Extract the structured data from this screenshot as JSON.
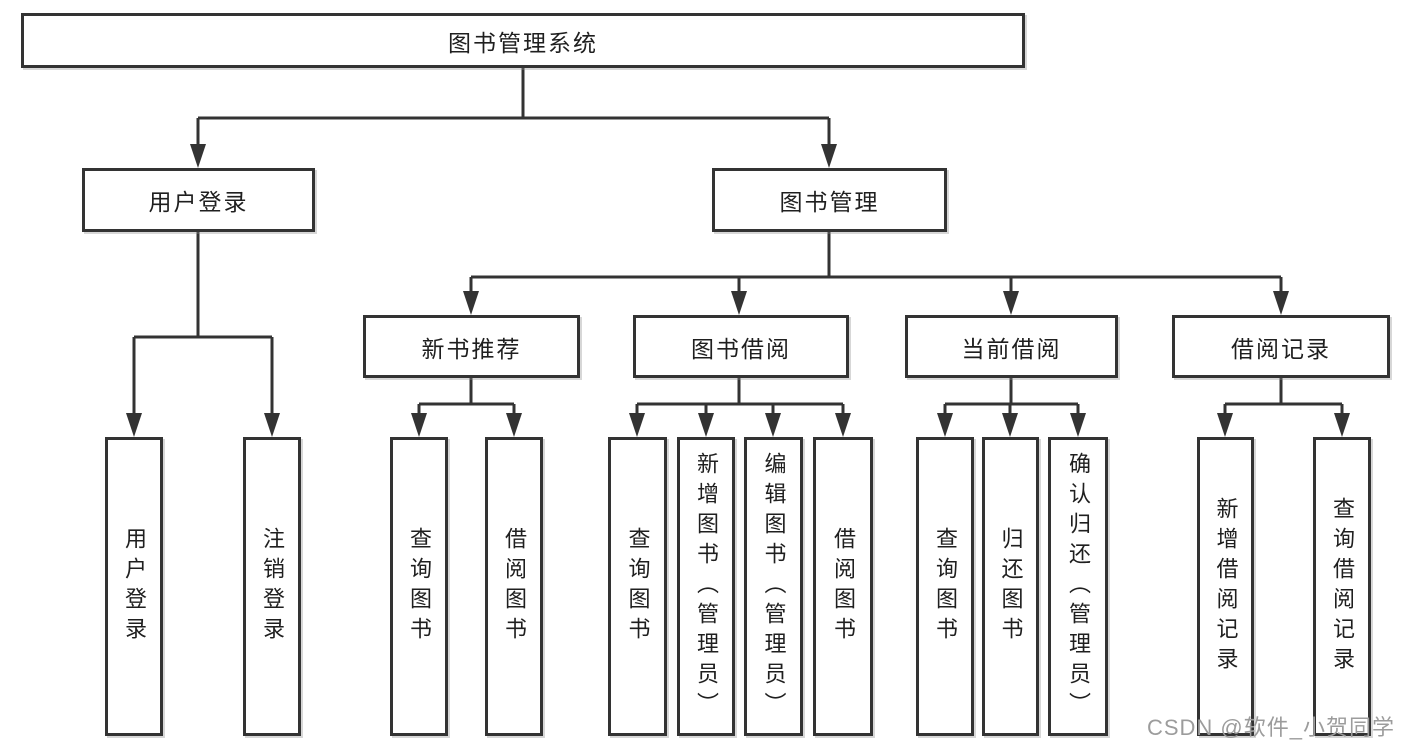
{
  "diagram": {
    "root": {
      "label": "图书管理系统"
    },
    "level2": [
      {
        "label": "用户登录",
        "children": [
          {
            "label": "用户登录"
          },
          {
            "label": "注销登录"
          }
        ]
      },
      {
        "label": "图书管理",
        "children": [
          {
            "label": "新书推荐",
            "children": [
              {
                "label": "查询图书"
              },
              {
                "label": "借阅图书"
              }
            ]
          },
          {
            "label": "图书借阅",
            "children": [
              {
                "label": "查询图书"
              },
              {
                "label": "新增图书（管理员）"
              },
              {
                "label": "编辑图书（管理员）"
              },
              {
                "label": "借阅图书"
              }
            ]
          },
          {
            "label": "当前借阅",
            "children": [
              {
                "label": "查询图书"
              },
              {
                "label": "归还图书"
              },
              {
                "label": "确认归还（管理员）"
              }
            ]
          },
          {
            "label": "借阅记录",
            "children": [
              {
                "label": "新增借阅记录"
              },
              {
                "label": "查询借阅记录"
              }
            ]
          }
        ]
      }
    ]
  },
  "watermark": "CSDN @软件_小贺同学",
  "colors": {
    "line": "#333333",
    "text": "#1f1f1f",
    "watermark": "#9c9c9c",
    "background": "#ffffff"
  }
}
